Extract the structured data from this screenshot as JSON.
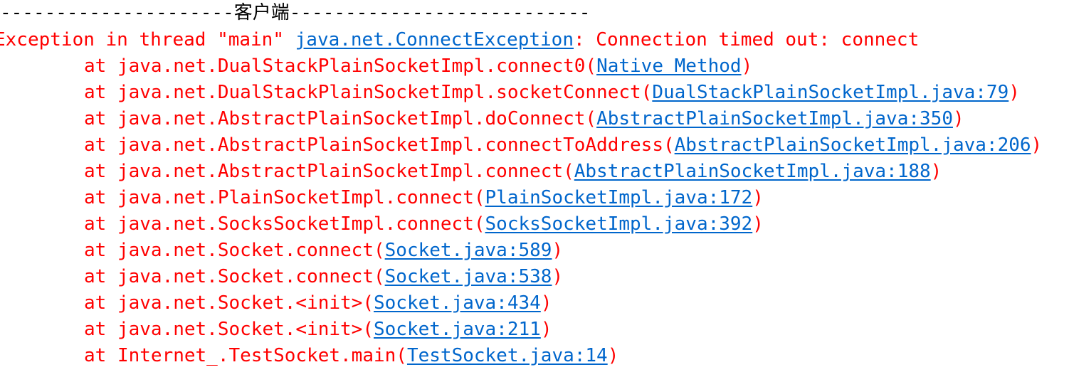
{
  "header": {
    "left_dashes": "---------------------",
    "title": "客户端",
    "right_dashes": "---------------------------"
  },
  "exception": {
    "prefix": "Exception in thread \"main\" ",
    "type_link": "java.net.ConnectException",
    "message": ": Connection timed out: connect"
  },
  "frames": [
    {
      "at": "at java.net.DualStackPlainSocketImpl.connect0(",
      "source": "Native Method",
      "close": ")"
    },
    {
      "at": "at java.net.DualStackPlainSocketImpl.socketConnect(",
      "source": "DualStackPlainSocketImpl.java:79",
      "close": ")"
    },
    {
      "at": "at java.net.AbstractPlainSocketImpl.doConnect(",
      "source": "AbstractPlainSocketImpl.java:350",
      "close": ")"
    },
    {
      "at": "at java.net.AbstractPlainSocketImpl.connectToAddress(",
      "source": "AbstractPlainSocketImpl.java:206",
      "close": ")"
    },
    {
      "at": "at java.net.AbstractPlainSocketImpl.connect(",
      "source": "AbstractPlainSocketImpl.java:188",
      "close": ")"
    },
    {
      "at": "at java.net.PlainSocketImpl.connect(",
      "source": "PlainSocketImpl.java:172",
      "close": ")"
    },
    {
      "at": "at java.net.SocksSocketImpl.connect(",
      "source": "SocksSocketImpl.java:392",
      "close": ")"
    },
    {
      "at": "at java.net.Socket.connect(",
      "source": "Socket.java:589",
      "close": ")"
    },
    {
      "at": "at java.net.Socket.connect(",
      "source": "Socket.java:538",
      "close": ")"
    },
    {
      "at": "at java.net.Socket.<init>(",
      "source": "Socket.java:434",
      "close": ")"
    },
    {
      "at": "at java.net.Socket.<init>(",
      "source": "Socket.java:211",
      "close": ")"
    },
    {
      "at": "at Internet_.TestSocket.main(",
      "source": "TestSocket.java:14",
      "close": ")"
    }
  ],
  "colors": {
    "error_text": "#ff0000",
    "link": "#0066cc",
    "header_text": "#000000",
    "background": "#ffffff"
  }
}
